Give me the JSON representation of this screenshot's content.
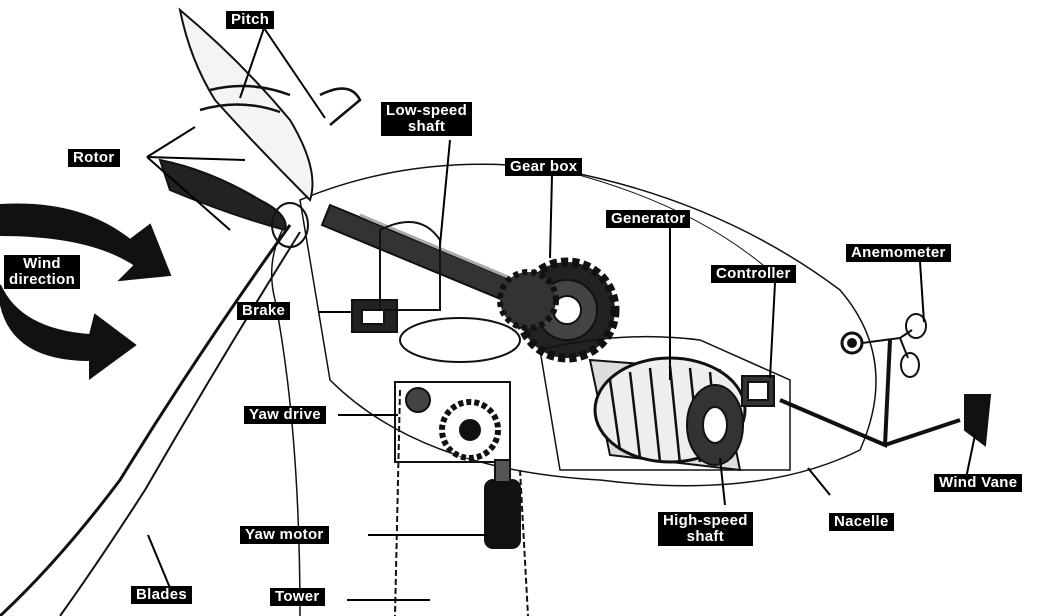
{
  "labels": {
    "pitch": "Pitch",
    "rotor": "Rotor",
    "low_speed_shaft": "Low-speed\nshaft",
    "gear_box": "Gear box",
    "generator": "Generator",
    "anemometer": "Anemometer",
    "controller": "Controller",
    "wind_direction": "Wind\ndirection",
    "brake": "Brake",
    "yaw_drive": "Yaw drive",
    "wind_vane": "Wind Vane",
    "yaw_motor": "Yaw motor",
    "high_speed_shaft": "High-speed\nshaft",
    "nacelle": "Nacelle",
    "blades": "Blades",
    "tower": "Tower"
  }
}
